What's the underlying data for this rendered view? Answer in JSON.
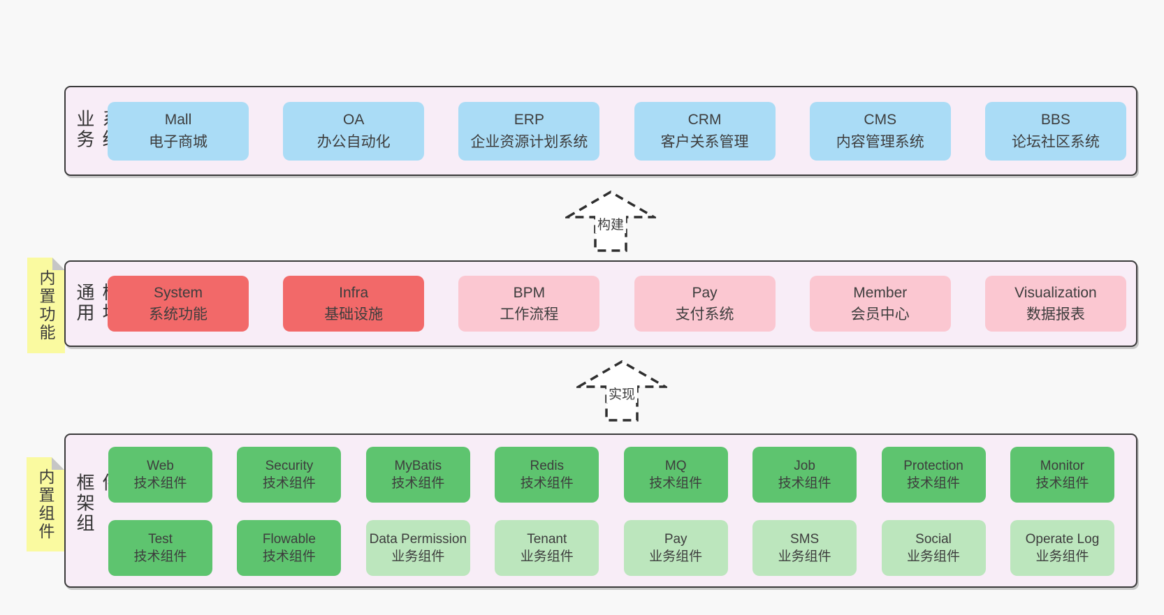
{
  "colors": {
    "page_bg": "#f8f8f8",
    "layer_bg": "#f8edf7",
    "layer_border": "#3a3a3a",
    "business_box": "#aadcf6",
    "core_module_box": "#f26969",
    "optional_module_box": "#fbc7d1",
    "tech_component_box": "#5ec46f",
    "biz_component_box": "#bce6bd",
    "sticky_note": "#fafaa0"
  },
  "notes": [
    {
      "label": "内置功能"
    },
    {
      "label": "内置组件"
    }
  ],
  "arrows": [
    {
      "label": "构建"
    },
    {
      "label": "实现"
    }
  ],
  "layers": {
    "business": {
      "side_label": "业务系统",
      "boxes": [
        {
          "title": "Mall",
          "subtitle": "电子商城"
        },
        {
          "title": "OA",
          "subtitle": "办公自动化"
        },
        {
          "title": "ERP",
          "subtitle": "企业资源计划系统"
        },
        {
          "title": "CRM",
          "subtitle": "客户关系管理"
        },
        {
          "title": "CMS",
          "subtitle": "内容管理系统"
        },
        {
          "title": "BBS",
          "subtitle": "论坛社区系统"
        }
      ]
    },
    "modules": {
      "side_label": "通用模块",
      "boxes": [
        {
          "title": "System",
          "subtitle": "系统功能"
        },
        {
          "title": "Infra",
          "subtitle": "基础设施"
        },
        {
          "title": "BPM",
          "subtitle": "工作流程"
        },
        {
          "title": "Pay",
          "subtitle": "支付系统"
        },
        {
          "title": "Member",
          "subtitle": "会员中心"
        },
        {
          "title": "Visualization",
          "subtitle": "数据报表"
        }
      ]
    },
    "components": {
      "side_label": "框架组件",
      "rows": [
        [
          {
            "title": "Web",
            "subtitle": "技术组件"
          },
          {
            "title": "Security",
            "subtitle": "技术组件"
          },
          {
            "title": "MyBatis",
            "subtitle": "技术组件"
          },
          {
            "title": "Redis",
            "subtitle": "技术组件"
          },
          {
            "title": "MQ",
            "subtitle": "技术组件"
          },
          {
            "title": "Job",
            "subtitle": "技术组件"
          },
          {
            "title": "Protection",
            "subtitle": "技术组件"
          },
          {
            "title": "Monitor",
            "subtitle": "技术组件"
          }
        ],
        [
          {
            "title": "Test",
            "subtitle": "技术组件"
          },
          {
            "title": "Flowable",
            "subtitle": "技术组件"
          },
          {
            "title": "Data Permission",
            "subtitle": "业务组件"
          },
          {
            "title": "Tenant",
            "subtitle": "业务组件"
          },
          {
            "title": "Pay",
            "subtitle": "业务组件"
          },
          {
            "title": "SMS",
            "subtitle": "业务组件"
          },
          {
            "title": "Social",
            "subtitle": "业务组件"
          },
          {
            "title": "Operate Log",
            "subtitle": "业务组件"
          }
        ]
      ]
    }
  }
}
